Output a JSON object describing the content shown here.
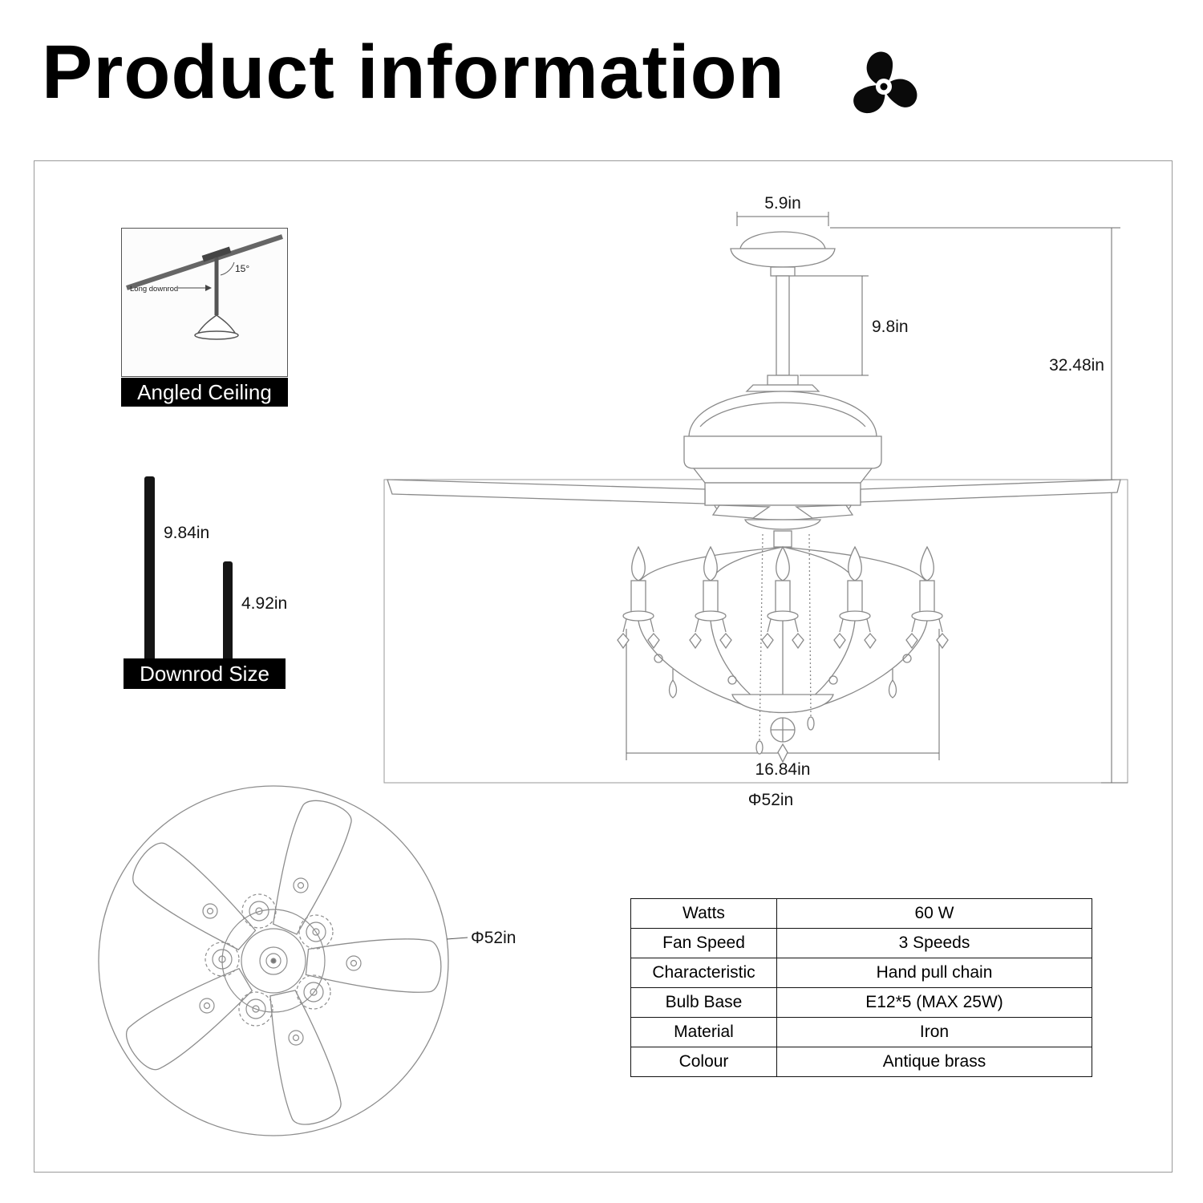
{
  "header": {
    "title": "Product information"
  },
  "icons": {
    "title_icon": "fan-icon"
  },
  "angled_ceiling": {
    "caption": "Angled Ceiling",
    "angle_label": "15°",
    "downrod_label": "Long downrod"
  },
  "downrod": {
    "caption": "Downrod Size",
    "long_length": "9.84in",
    "short_length": "4.92in"
  },
  "side_view": {
    "canopy_width": "5.9in",
    "downrod_length": "9.8in",
    "total_height": "32.48in",
    "light_width": "16.84in",
    "fan_diameter": "Φ52in"
  },
  "top_view": {
    "fan_diameter": "Φ52in"
  },
  "spec_table": {
    "rows": [
      {
        "label": "Watts",
        "value": "60 W"
      },
      {
        "label": "Fan Speed",
        "value": "3 Speeds"
      },
      {
        "label": "Characteristic",
        "value": "Hand pull chain"
      },
      {
        "label": "Bulb Base",
        "value": "E12*5  (MAX 25W)"
      },
      {
        "label": "Material",
        "value": "Iron"
      },
      {
        "label": "Colour",
        "value": "Antique brass"
      }
    ]
  }
}
